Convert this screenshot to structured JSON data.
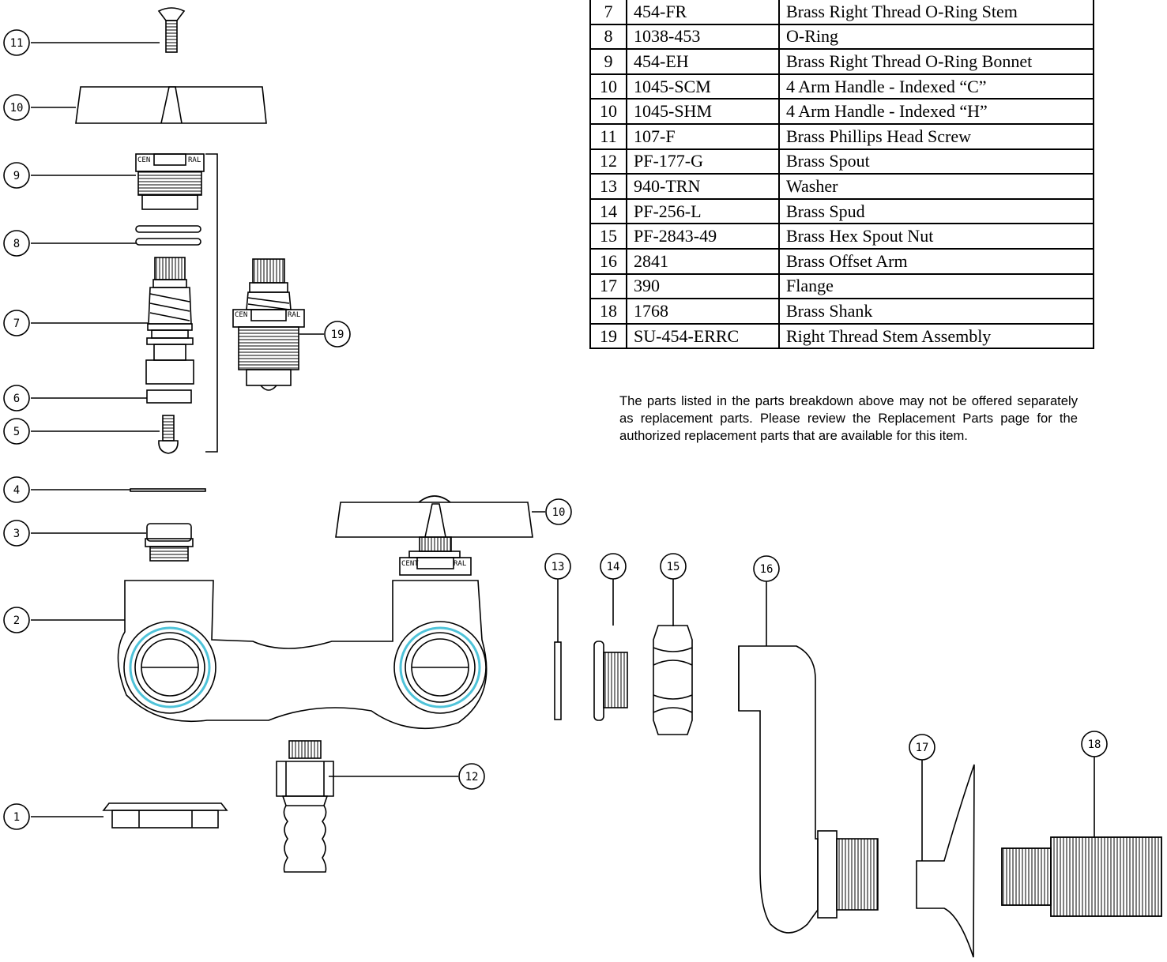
{
  "parts_table": {
    "rows": [
      {
        "item": "7",
        "part": "454-FR",
        "description": "Brass Right Thread O-Ring Stem"
      },
      {
        "item": "8",
        "part": "1038-453",
        "description": "O-Ring"
      },
      {
        "item": "9",
        "part": "454-EH",
        "description": "Brass Right Thread O-Ring Bonnet"
      },
      {
        "item": "10",
        "part": "1045-SCM",
        "description": "4 Arm Handle - Indexed “C”"
      },
      {
        "item": "10",
        "part": "1045-SHM",
        "description": "4 Arm Handle - Indexed “H”"
      },
      {
        "item": "11",
        "part": "107-F",
        "description": "Brass Phillips Head Screw"
      },
      {
        "item": "12",
        "part": "PF-177-G",
        "description": "Brass Spout"
      },
      {
        "item": "13",
        "part": "940-TRN",
        "description": "Washer"
      },
      {
        "item": "14",
        "part": "PF-256-L",
        "description": "Brass Spud"
      },
      {
        "item": "15",
        "part": "PF-2843-49",
        "description": "Brass Hex Spout Nut"
      },
      {
        "item": "16",
        "part": "2841",
        "description": "Brass Offset Arm"
      },
      {
        "item": "17",
        "part": "390",
        "description": "Flange"
      },
      {
        "item": "18",
        "part": "1768",
        "description": "Brass Shank"
      },
      {
        "item": "19",
        "part": "SU-454-ERRC",
        "description": "Right Thread Stem Assembly"
      }
    ]
  },
  "note": "The parts listed in the parts breakdown above may not be offered separately as replacement parts. Please review the Replacement Parts page for the authorized replacement parts that are available for this item.",
  "callouts": [
    {
      "key": "c11",
      "label": "11"
    },
    {
      "key": "c10a",
      "label": "10"
    },
    {
      "key": "c9",
      "label": "9"
    },
    {
      "key": "c8",
      "label": "8"
    },
    {
      "key": "c7",
      "label": "7"
    },
    {
      "key": "c6",
      "label": "6"
    },
    {
      "key": "c5",
      "label": "5"
    },
    {
      "key": "c4",
      "label": "4"
    },
    {
      "key": "c3",
      "label": "3"
    },
    {
      "key": "c2",
      "label": "2"
    },
    {
      "key": "c1",
      "label": "1"
    },
    {
      "key": "c19",
      "label": "19"
    },
    {
      "key": "c10b",
      "label": "10"
    },
    {
      "key": "c12",
      "label": "12"
    },
    {
      "key": "c13",
      "label": "13"
    },
    {
      "key": "c14",
      "label": "14"
    },
    {
      "key": "c15",
      "label": "15"
    },
    {
      "key": "c16",
      "label": "16"
    },
    {
      "key": "c17",
      "label": "17"
    },
    {
      "key": "c18",
      "label": "18"
    }
  ],
  "stamps": {
    "cen": "CEN",
    "ral": "RAL",
    "cent": "CENT"
  },
  "colors": {
    "line": "#000000",
    "accent_ring": "#4fc3d9"
  }
}
